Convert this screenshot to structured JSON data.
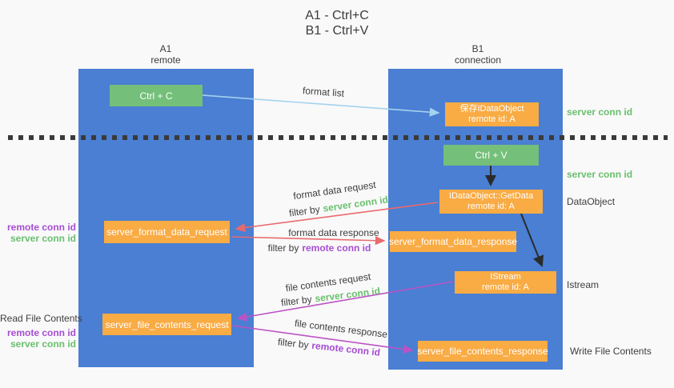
{
  "title": {
    "line1": "A1 - Ctrl+C",
    "line2": "B1 - Ctrl+V"
  },
  "lifelines": {
    "a1": {
      "name": "A1",
      "subtitle": "remote"
    },
    "b1": {
      "name": "B1",
      "subtitle": "connection"
    }
  },
  "nodes": {
    "ctrl_c": {
      "label": "Ctrl + C"
    },
    "save_idataobject": {
      "line1": "保存IDataObject",
      "line2": "remote id: A"
    },
    "ctrl_v": {
      "label": "Ctrl + V"
    },
    "getdata": {
      "line1": "IDataObject::GetData",
      "line2": "remote id: A"
    },
    "server_format_data_request": {
      "label": "server_format_data_request"
    },
    "server_format_data_response": {
      "label": "server_format_data_response"
    },
    "istream": {
      "line1": "IStream",
      "line2": "remote id: A"
    },
    "server_file_contents_request": {
      "label": "server_file_contents_request"
    },
    "server_file_contents_response": {
      "label": "server_file_contents_response"
    }
  },
  "arrow_labels": {
    "format_list": "format list",
    "format_data_request": "format data request",
    "format_data_response": "format data response",
    "file_contents_request": "file contents request",
    "file_contents_response": "file contents response",
    "filter_by": "filter by"
  },
  "side_labels": {
    "server_conn_id": "server conn id",
    "remote_conn_id": "remote conn id",
    "dataobject": "DataObject",
    "istream": "Istream",
    "read_file_contents": "Read File Contents",
    "write_file_contents": "Write File Contents"
  },
  "colors": {
    "lifeline_blue": "#4a7fd3",
    "node_green": "#74bf79",
    "node_orange": "#f9ab44",
    "server_conn_green": "#6abf6e",
    "remote_conn_purple": "#a64ed2",
    "request_red": "#e96a6d",
    "contents_magenta": "#bc53c5",
    "format_list_blue": "#a5d2ef",
    "flow_black": "#2b2b2b",
    "text_dark": "#3d3d3d",
    "background": "#f9f9f9"
  }
}
